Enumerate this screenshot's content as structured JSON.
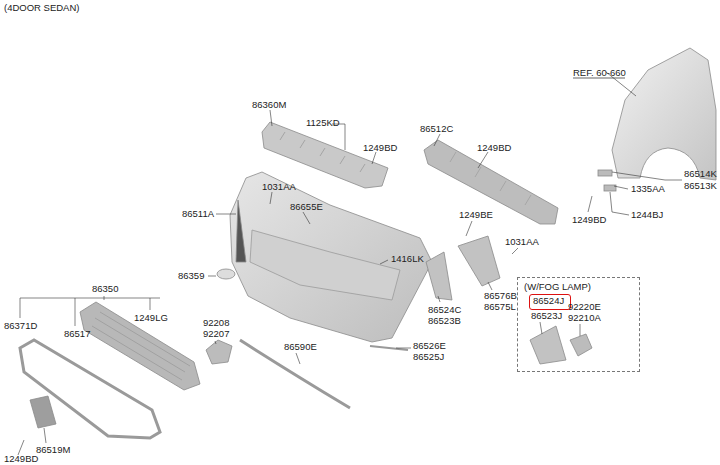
{
  "diagram": {
    "title": "(4DOOR SEDAN)",
    "nodes": [
      {
        "text": [
          "(W/FOG LAMP)"
        ]
      },
      {
        "text": [
          "86524J"
        ],
        "in": 0
      }
    ],
    "labels": [
      "REF. 60-660",
      "86360M",
      "1125KD",
      "86512C",
      "1249BD",
      "1249BD",
      "1031AA",
      "86511A",
      "86655E",
      "86514K",
      "86513K",
      "1335AA",
      "1244BJ",
      "1249BD",
      "1249BE",
      "1031AA",
      "1416LK",
      "86359",
      "86350",
      "86371D",
      "86517",
      "1249LG",
      "92208",
      "92207",
      "86590E",
      "86524C",
      "86523B",
      "86576B",
      "86575L",
      "86526E",
      "86525J",
      "92220E",
      "92210A",
      "86523J",
      "86519M",
      "1249BD"
    ]
  }
}
